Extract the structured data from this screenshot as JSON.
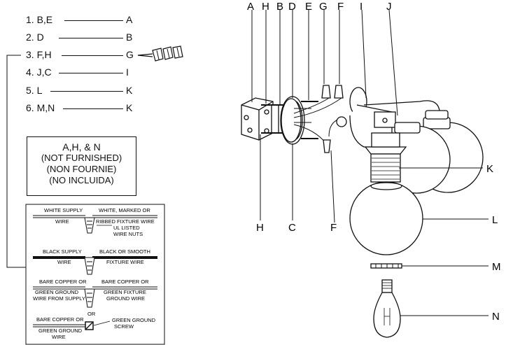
{
  "steps": [
    {
      "left": "1. B,E",
      "right": "A"
    },
    {
      "left": "2. D",
      "right": "B"
    },
    {
      "left": "3. F,H",
      "right": "G"
    },
    {
      "left": "4. J,C",
      "right": "I"
    },
    {
      "left": "5. L",
      "right": "K"
    },
    {
      "left": "6. M,N",
      "right": "K"
    }
  ],
  "note": {
    "title": "A,H, & N",
    "lines": [
      "(NOT FURNISHED)",
      "(NON FOURNIE)",
      "(NO INCLUIDA)"
    ]
  },
  "wiring": {
    "white_supply": "WHITE SUPPLY",
    "white_supply_2": "WIRE",
    "white_fixture": "WHITE, MARKED OR",
    "white_fixture_2": "RIBBED FIXTURE WIRE",
    "wire_nuts": "UL LISTED",
    "wire_nuts_2": "WIRE NUTS",
    "black_supply": "BLACK SUPPLY",
    "black_supply_2": "WIRE",
    "black_fixture": "BLACK OR SMOOTH",
    "black_fixture_2": "FIXTURE WIRE",
    "ground_supply_1": "BARE COPPER OR",
    "ground_supply_2": "GREEN GROUND",
    "ground_supply_3": "WIRE FROM SUPPLY",
    "ground_fixture_1": "BARE COPPER OR",
    "ground_fixture_2": "GREEN FIXTURE",
    "ground_fixture_3": "GROUND WIRE",
    "or_label": "OR",
    "ground_alt_1": "BARE COPPER OR",
    "ground_alt_2": "GREEN GROUND",
    "ground_alt_3": "WIRE",
    "screw_1": "GREEN GROUND",
    "screw_2": "SCREW"
  },
  "labels": {
    "top": [
      "A",
      "H",
      "B",
      "D",
      "E",
      "G",
      "F",
      "I",
      "J"
    ],
    "bottom": [
      "H",
      "C",
      "F"
    ],
    "right": [
      "K",
      "L",
      "M",
      "N"
    ]
  }
}
